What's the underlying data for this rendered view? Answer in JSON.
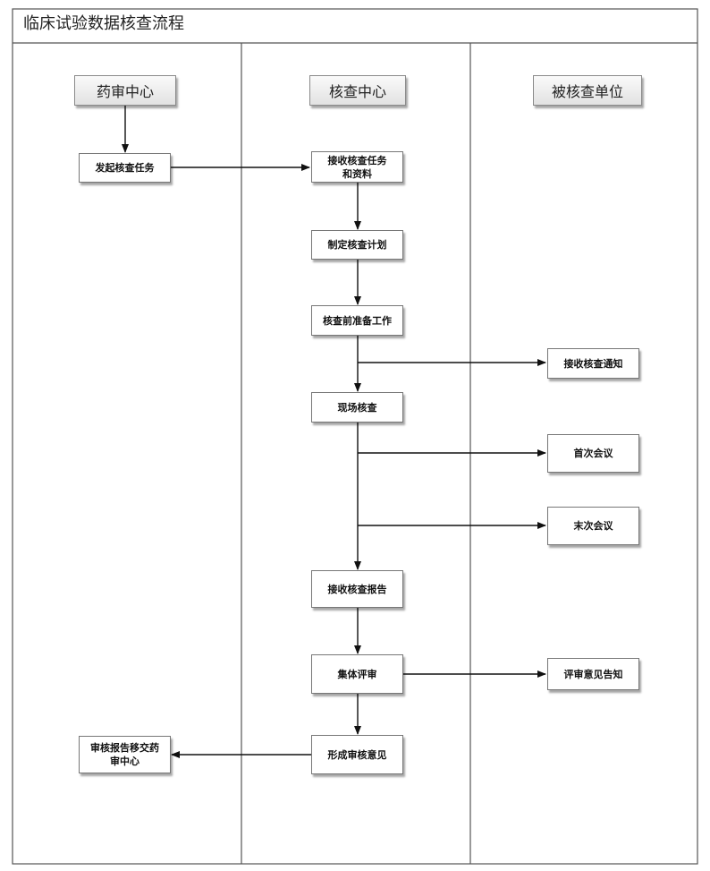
{
  "title": "临床试验数据核查流程",
  "lanes": [
    {
      "id": "lane-cde",
      "label": "药审中心"
    },
    {
      "id": "lane-inspection",
      "label": "核查中心"
    },
    {
      "id": "lane-unit",
      "label": "被核查单位"
    }
  ],
  "nodes": {
    "initiate": {
      "label": "发起核查任务"
    },
    "receive_task": {
      "label": "接收核查任务和资料"
    },
    "make_plan": {
      "label": "制定核查计划"
    },
    "prepare": {
      "label": "核查前准备工作"
    },
    "receive_notice": {
      "label": "接收核查通知"
    },
    "onsite": {
      "label": "现场核查"
    },
    "first_meeting": {
      "label": "首次会议"
    },
    "last_meeting": {
      "label": "末次会议"
    },
    "receive_report": {
      "label": "接收核查报告"
    },
    "collective_review": {
      "label": "集体评审"
    },
    "review_notice": {
      "label": "评审意见告知"
    },
    "form_opinion": {
      "label": "形成审核意见"
    },
    "submit_report": {
      "label": "审核报告移交药审中心"
    }
  },
  "edges": [
    {
      "from": "lane-cde",
      "to": "initiate"
    },
    {
      "from": "initiate",
      "to": "receive_task"
    },
    {
      "from": "receive_task",
      "to": "make_plan"
    },
    {
      "from": "make_plan",
      "to": "prepare"
    },
    {
      "from": "prepare",
      "to": "onsite"
    },
    {
      "from": "prepare",
      "to": "receive_notice"
    },
    {
      "from": "onsite",
      "to": "receive_report"
    },
    {
      "from": "onsite",
      "to": "first_meeting"
    },
    {
      "from": "onsite",
      "to": "last_meeting"
    },
    {
      "from": "receive_report",
      "to": "collective_review"
    },
    {
      "from": "collective_review",
      "to": "review_notice"
    },
    {
      "from": "collective_review",
      "to": "form_opinion"
    },
    {
      "from": "form_opinion",
      "to": "submit_report"
    }
  ]
}
